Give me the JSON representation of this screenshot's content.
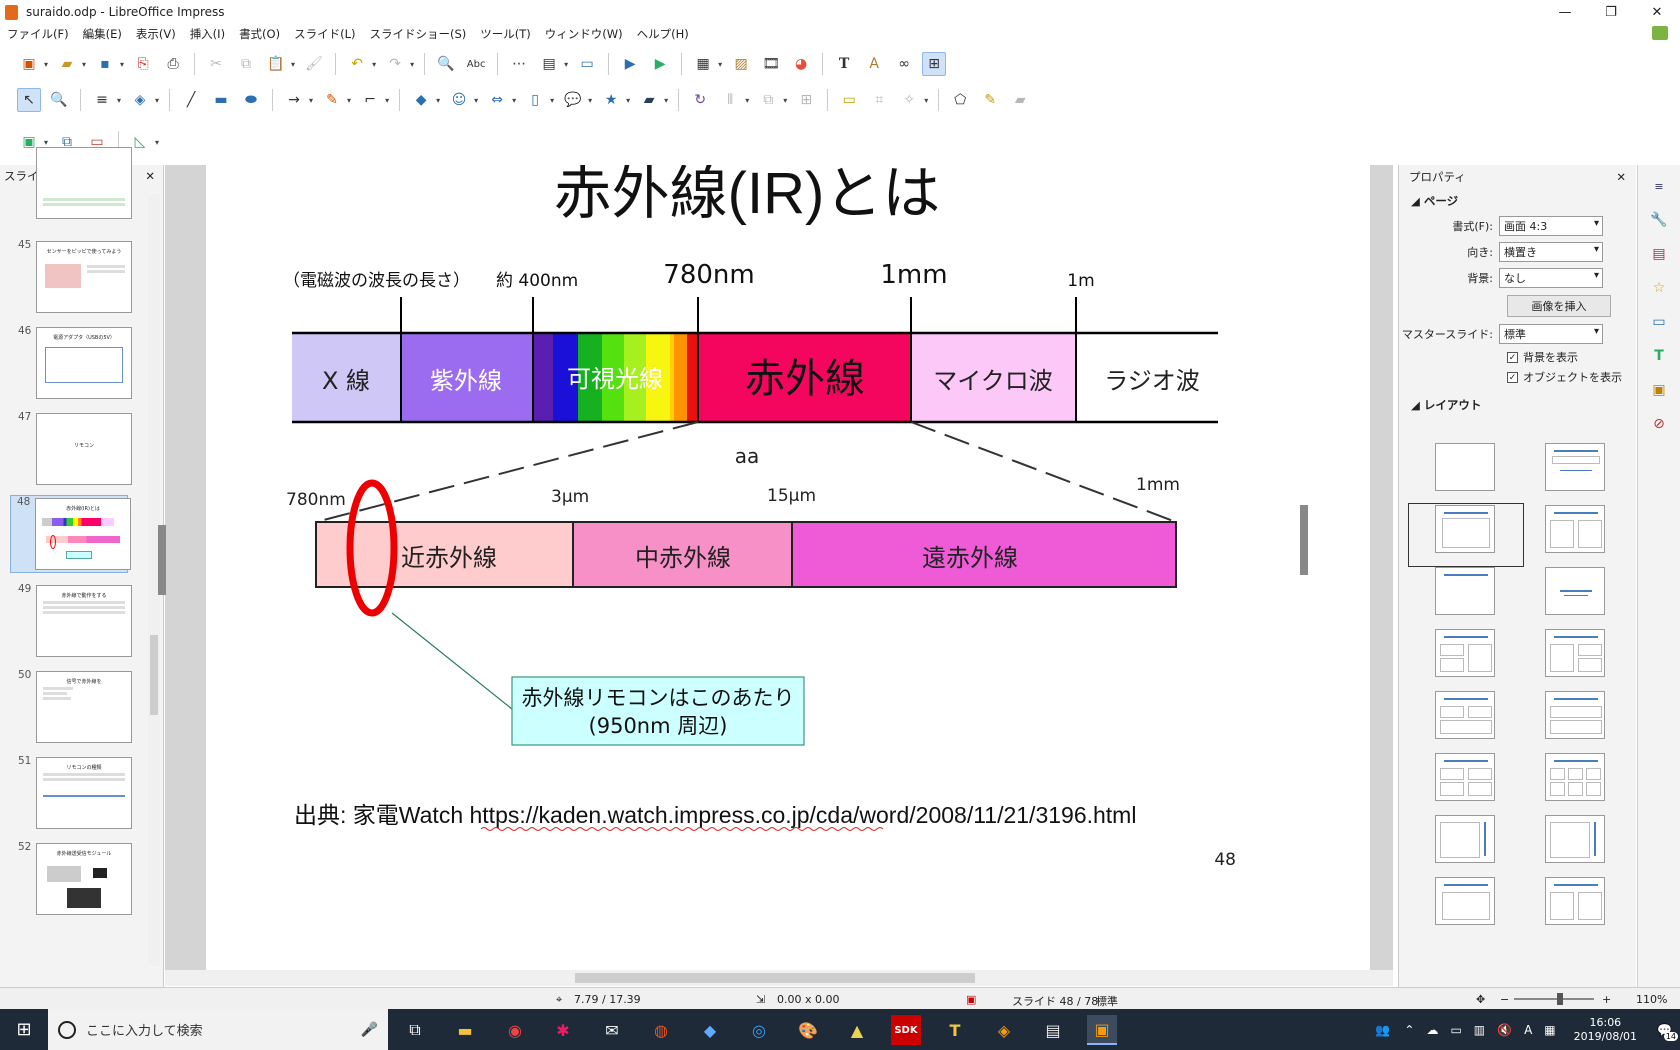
{
  "window": {
    "title": "suraido.odp - LibreOffice Impress",
    "minimize": "—",
    "maximize": "❐",
    "close": "✕"
  },
  "menu": [
    "ファイル(F)",
    "編集(E)",
    "表示(V)",
    "挿入(I)",
    "書式(O)",
    "スライド(L)",
    "スライドショー(S)",
    "ツール(T)",
    "ウィンドウ(W)",
    "ヘルプ(H)"
  ],
  "slides_pane": {
    "title": "スライド",
    "close": "✕",
    "items": [
      {
        "num": "",
        "title": ""
      },
      {
        "num": "45",
        "title": "センサーをピッピで使ってみよう"
      },
      {
        "num": "46",
        "title": "電源アダプタ（USBの5V）"
      },
      {
        "num": "47",
        "title": "リモコン"
      },
      {
        "num": "48",
        "title": "赤外線(IR)とは"
      },
      {
        "num": "49",
        "title": "赤外線で動作をする"
      },
      {
        "num": "50",
        "title": "信号で赤外線を"
      },
      {
        "num": "51",
        "title": "リモコンの種類"
      },
      {
        "num": "52",
        "title": "赤外線送受信モジュール"
      }
    ]
  },
  "slide": {
    "title": "赤外線(IR)とは",
    "caption_left": "（電磁波の波長の長さ）",
    "wavelength_labels": [
      "約 400nm",
      "780nm",
      "1mm",
      "1m"
    ],
    "bands": [
      "X 線",
      "紫外線",
      "可視光線",
      "赤外線",
      "マイクロ波",
      "ラジオ波"
    ],
    "aa": "aa",
    "sub_labels": [
      "780nm",
      "3μm",
      "15μm",
      "1mm"
    ],
    "sub_bands": [
      "近赤外線",
      "中赤外線",
      "遠赤外線"
    ],
    "callout_line1": "赤外線リモコンはこのあたり",
    "callout_line2": "(950nm 周辺)",
    "source": "出典: 家電Watch https://kaden.watch.impress.co.jp/cda/word/2008/11/21/3196.html",
    "page_number": "48"
  },
  "properties": {
    "title": "プロパティ",
    "close": "✕",
    "page_section": "ページ",
    "format_label": "書式(F):",
    "format_value": "画面 4:3",
    "orientation_label": "向き:",
    "orientation_value": "横置き",
    "background_label": "背景:",
    "background_value": "なし",
    "insert_image": "画像を挿入",
    "master_label": "マスタースライド:",
    "master_value": "標準",
    "show_background": "背景を表示",
    "show_objects": "オブジェクトを表示",
    "layout_section": "レイアウト"
  },
  "status": {
    "position": "7.79 / 17.39",
    "size": "0.00 x 0.00",
    "slide_info": "スライド 48 / 78",
    "master": "標準",
    "zoom": "110%"
  },
  "taskbar": {
    "search_placeholder": "ここに入力して検索",
    "time": "16:06",
    "date": "2019/08/01",
    "notifications": "14",
    "ime": "A"
  }
}
